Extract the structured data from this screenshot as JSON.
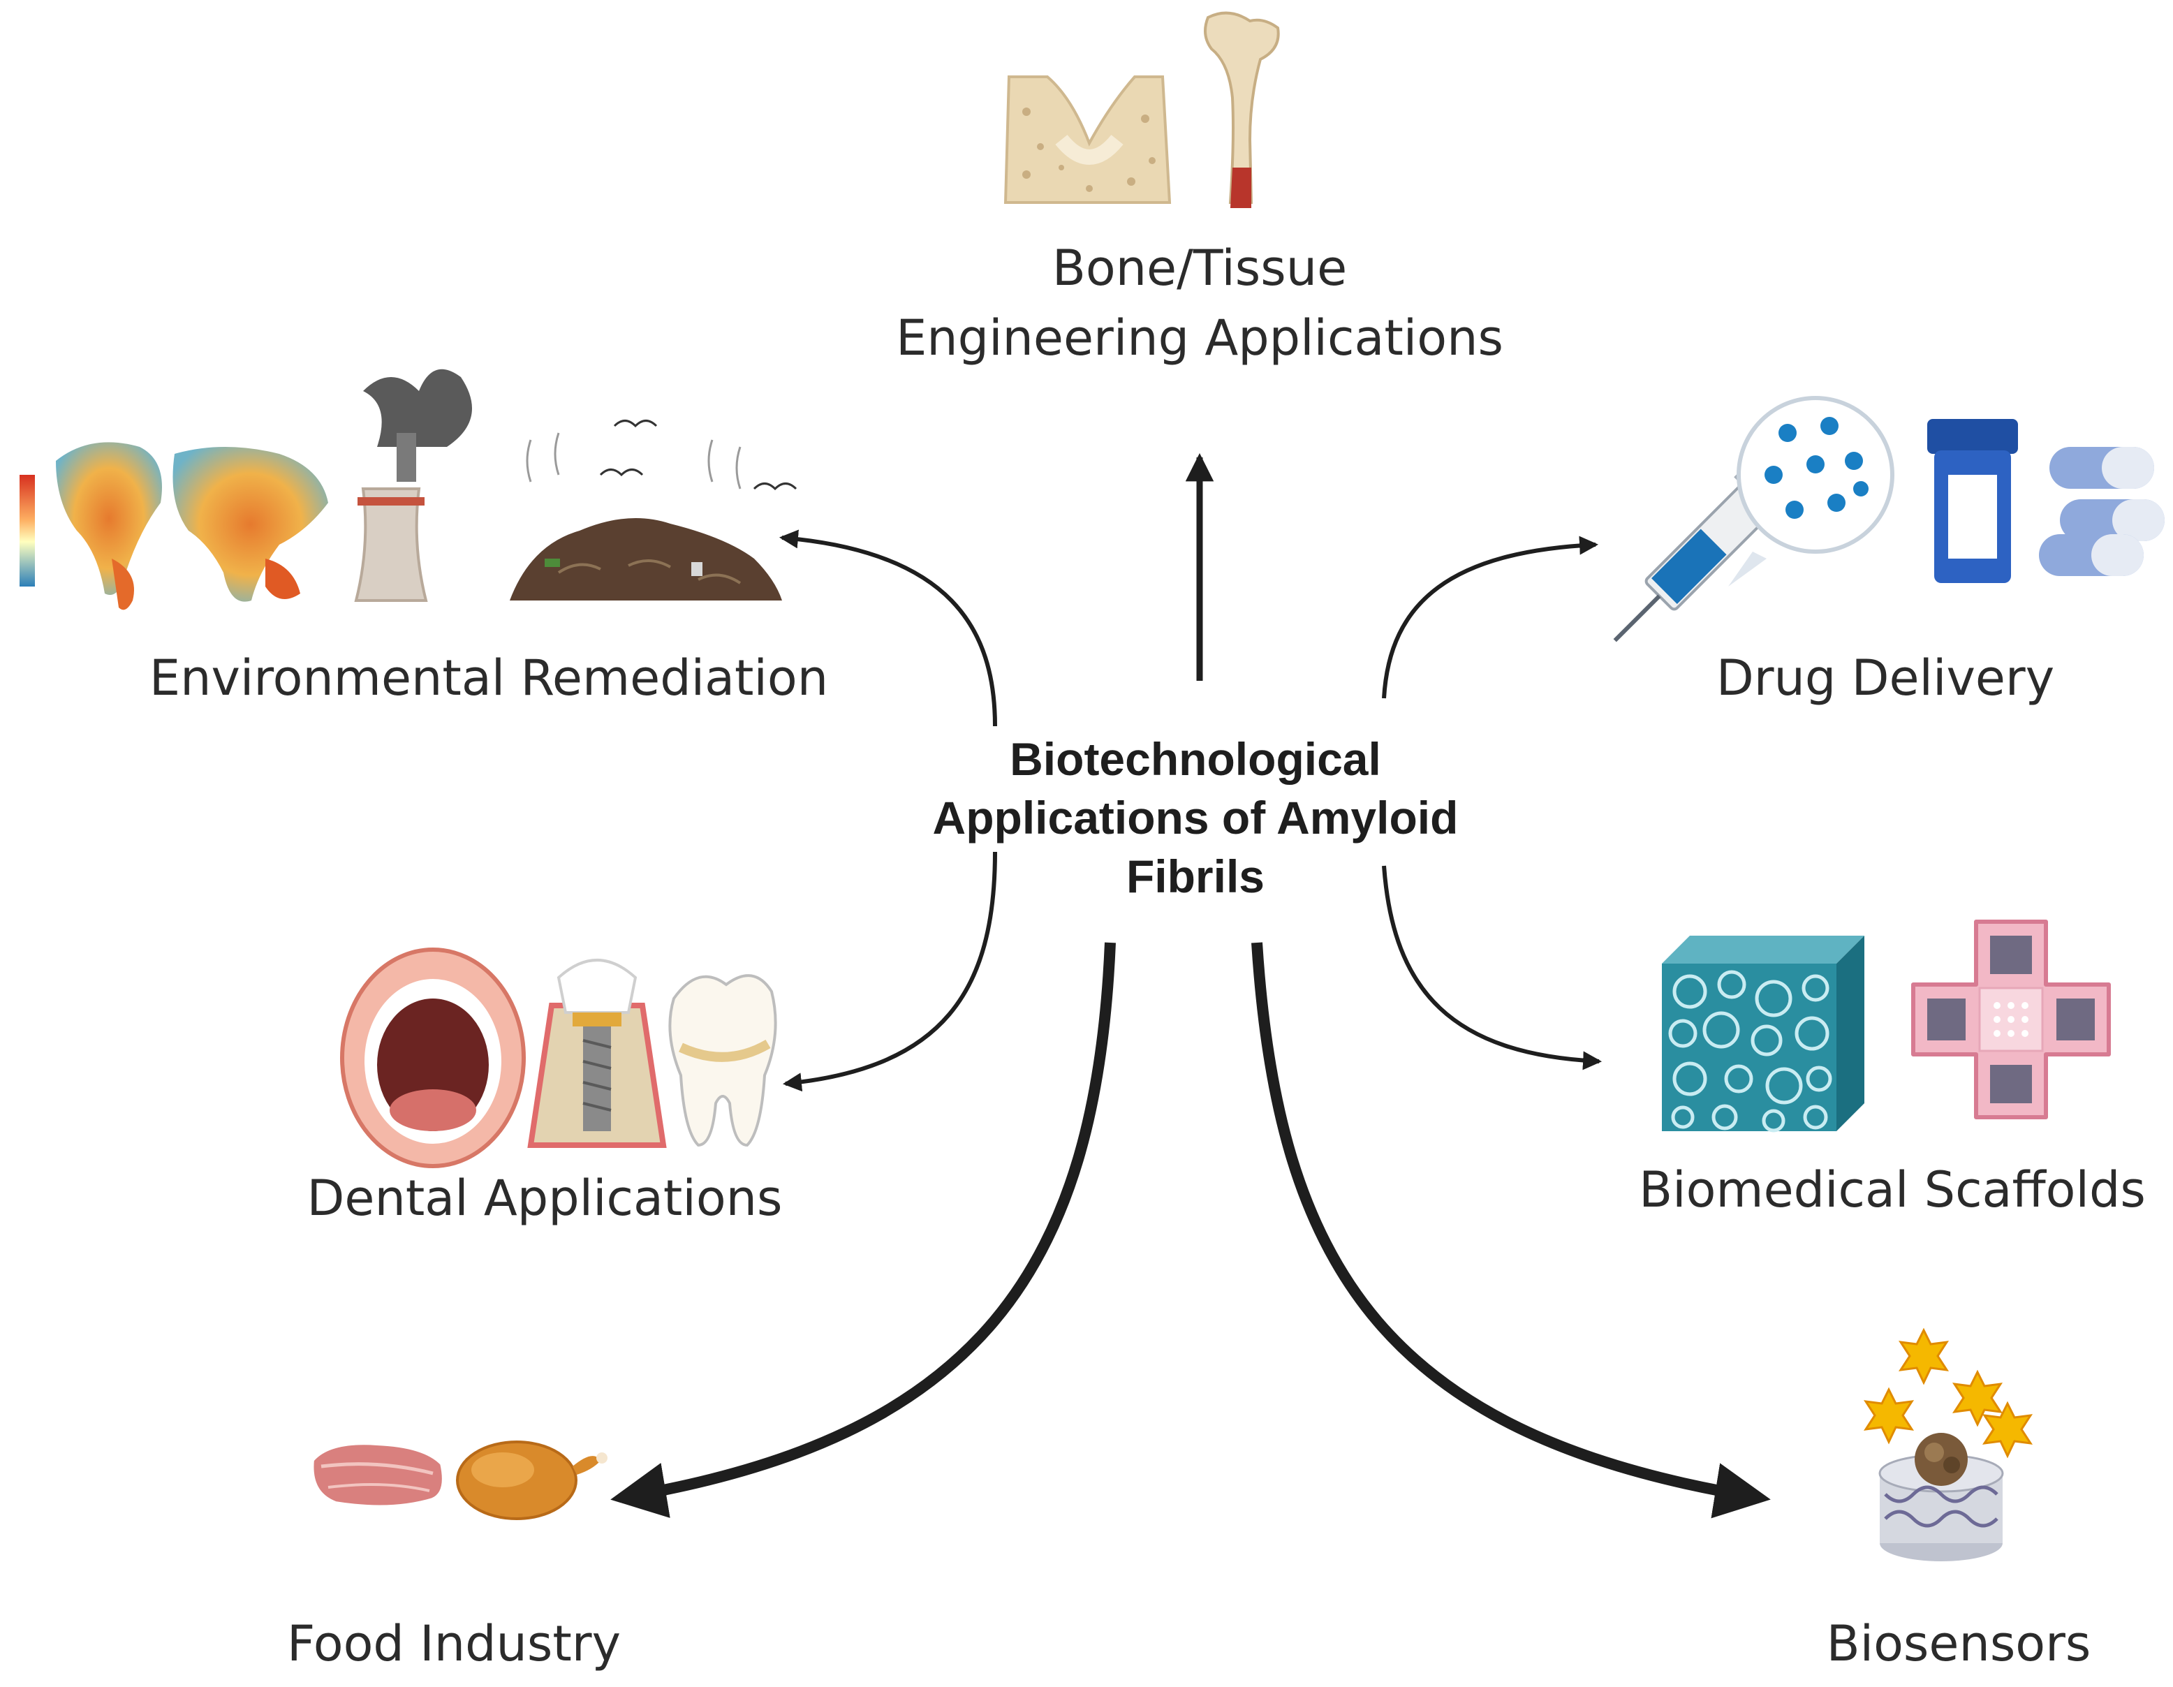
{
  "center_title": {
    "line1": "Biotechnological",
    "line2": "Applications of Amyloid",
    "line3": "Fibrils"
  },
  "nodes": {
    "bone_tissue": {
      "line1": "Bone/Tissue",
      "line2": "Engineering Applications",
      "icons": [
        "bone-section-icon",
        "femur-bone-icon"
      ]
    },
    "environmental": {
      "label": "Environmental Remediation",
      "icons": [
        "world-heatmap-icon",
        "cooling-tower-icon",
        "landfill-icon"
      ]
    },
    "drug_delivery": {
      "label": "Drug Delivery",
      "icons": [
        "syringe-icon",
        "nanoparticle-circle-icon",
        "pill-bottle-icon",
        "capsule-icon"
      ]
    },
    "dental": {
      "label": "Dental Applications",
      "icons": [
        "open-mouth-icon",
        "dental-implant-icon",
        "molar-tooth-icon"
      ]
    },
    "biomedical_scaffolds": {
      "label": "Biomedical Scaffolds",
      "icons": [
        "porous-scaffold-cube-icon",
        "bandage-patch-icon"
      ]
    },
    "food_industry": {
      "label": "Food Industry",
      "icons": [
        "steak-icon",
        "roast-chicken-icon"
      ]
    },
    "biosensors": {
      "label": "Biosensors",
      "icons": [
        "biosensor-icon",
        "star-signal-icon"
      ]
    }
  },
  "colors": {
    "text": "#2b2b2b",
    "arrow": "#1e1e1e",
    "bone": "#e9d9b8",
    "scaffold": "#1f7f92",
    "bandage": "#f2b8c6",
    "capsule": "#8fa9dc",
    "nanoparticle": "#1a7fc4",
    "star": "#f5b800"
  }
}
